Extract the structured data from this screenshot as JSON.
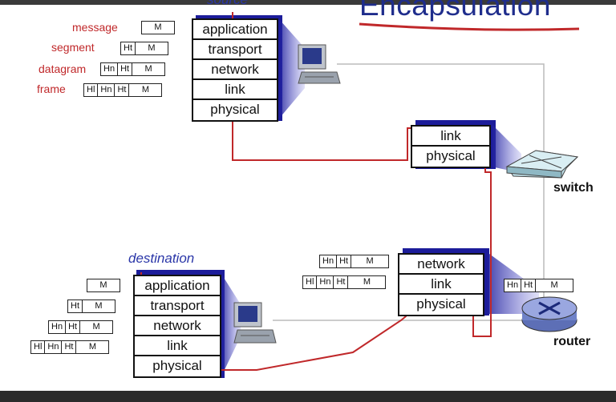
{
  "title": "Encapsulation",
  "source_label": "source",
  "destination_label": "destination",
  "switch_label": "switch",
  "router_label": "router",
  "legend": {
    "message": "message",
    "segment": "segment",
    "datagram": "datagram",
    "frame": "frame"
  },
  "source_stack": [
    "application",
    "transport",
    "network",
    "link",
    "physical"
  ],
  "switch_stack": [
    "link",
    "physical"
  ],
  "router_stack": [
    "network",
    "link",
    "physical"
  ],
  "destination_stack": [
    "application",
    "transport",
    "network",
    "link",
    "physical"
  ],
  "headers": {
    "m": "M",
    "ht": "Ht",
    "hn": "Hn",
    "hl": "Hl"
  },
  "colors": {
    "path": "#c0282a",
    "title": "#1f2d8c",
    "stack_shadow": "#1c1c9a"
  }
}
